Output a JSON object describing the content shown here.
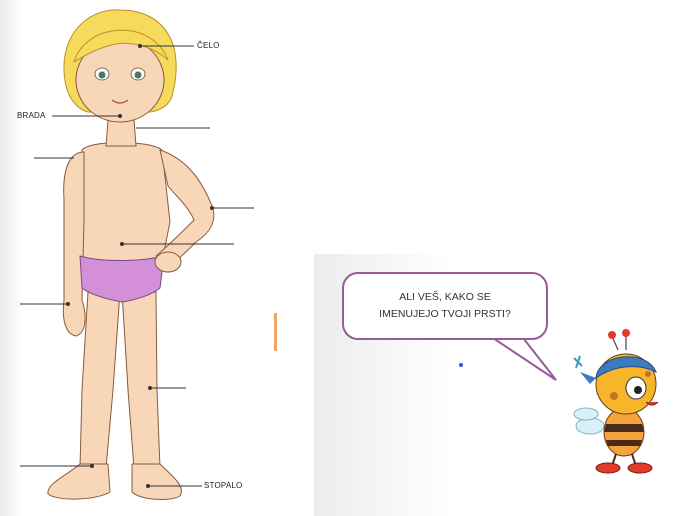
{
  "labels": {
    "forehead": "ČELO",
    "chin": "BRADA",
    "foot": "STOPALO"
  },
  "speech_bubble": {
    "line1": "ALI VEŠ, KAKO SE",
    "line2": "IMENUJEJO TVOJI PRSTI?"
  },
  "colors": {
    "bubble_border": "#9a5a9a",
    "skin": "#f7d7b8",
    "hair": "#f6da5c",
    "briefs": "#d38fd8",
    "accent_tick": "#f2a560",
    "dot": "#3a52d8"
  }
}
